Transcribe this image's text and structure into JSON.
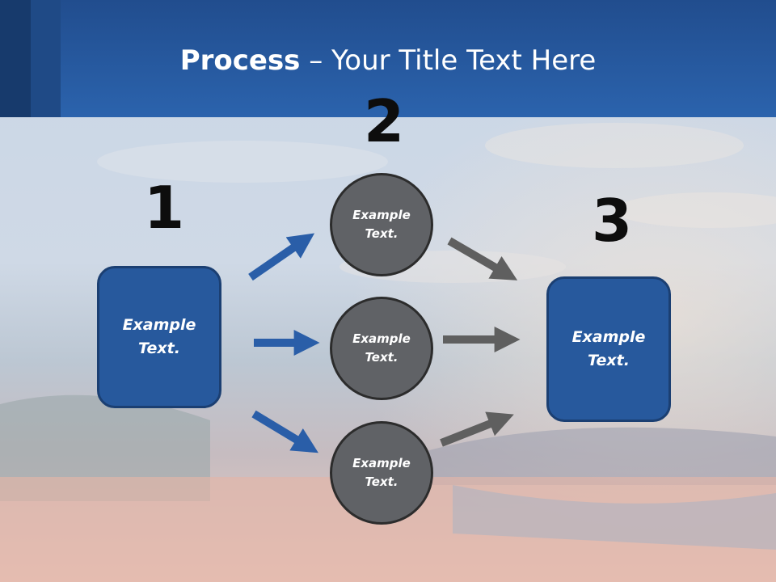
{
  "title": {
    "bold": "Process",
    "rest": " – Your Title Text Here"
  },
  "steps": {
    "one": {
      "number": "1",
      "text": "Example Text."
    },
    "two": {
      "number": "2"
    },
    "three": {
      "number": "3",
      "text": "Example Text."
    }
  },
  "circles": [
    {
      "text": "Example Text."
    },
    {
      "text": "Example Text."
    },
    {
      "text": "Example Text."
    }
  ],
  "colors": {
    "header": "#2b63ad",
    "box": "#27599d",
    "circle": "#606266",
    "arrow_blue": "#2a5ea8",
    "arrow_gray": "#5f5f5f"
  }
}
